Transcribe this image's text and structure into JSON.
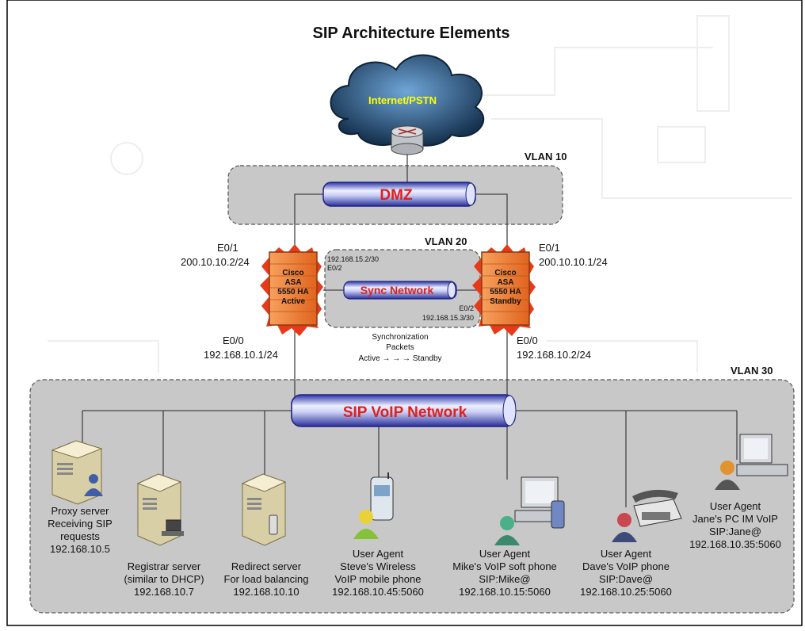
{
  "title": "SIP Architecture Elements",
  "cloud_label": "Internet/PSTN",
  "vlans": {
    "vlan10": "VLAN 10",
    "vlan20": "VLAN 20",
    "vlan30": "VLAN 30"
  },
  "segments": {
    "dmz": "DMZ",
    "sync": "Sync Network",
    "voip": "SIP VoIP Network"
  },
  "firewall_left": {
    "lines": [
      "Cisco",
      "ASA",
      "5550 HA",
      "Active"
    ],
    "outside_port": "E0/1",
    "outside_ip": "200.10.10.2/24",
    "inside_port": "E0/0",
    "inside_ip": "192.168.10.1/24"
  },
  "firewall_right": {
    "lines": [
      "Cisco",
      "ASA",
      "5550 HA",
      "Standby"
    ],
    "outside_port": "E0/1",
    "outside_ip": "200.10.10.1/24",
    "inside_port": "E0/0",
    "inside_ip": "192.168.10.2/24"
  },
  "sync_left_ip": "192.168.15.2/30",
  "sync_left_port": "E0/2",
  "sync_right_port": "E0/2",
  "sync_right_ip": "192.168.15.3/30",
  "sync_packets": [
    "Synchronization",
    "Packets",
    "Active → → → Standby"
  ],
  "devices": {
    "proxy": [
      "Proxy server",
      "Receiving SIP",
      "requests",
      "192.168.10.5"
    ],
    "registrar": [
      "Registrar server",
      "(similar to DHCP)",
      "192.168.10.7"
    ],
    "redirect": [
      "Redirect server",
      "For load balancing",
      "192.168.10.10"
    ],
    "steve": [
      "User Agent",
      "Steve's Wireless",
      "VoIP mobile phone",
      "192.168.10.45:5060"
    ],
    "mike": [
      "User Agent",
      "Mike's VoIP soft phone",
      "SIP:Mike@",
      "192.168.10.15:5060"
    ],
    "dave": [
      "User Agent",
      "Dave's VoIP phone",
      "SIP:Dave@",
      "192.168.10.25:5060"
    ],
    "jane": [
      "User Agent",
      "Jane's PC IM VoIP",
      "SIP:Jane@",
      "192.168.10.35:5060"
    ]
  },
  "colors": {
    "segment_label": "#e0201c",
    "cloud_label": "#ffff00",
    "firewall": "#f07a2c",
    "pipe": "#3b4cc9",
    "vlan_box": "#c8c8c8"
  }
}
